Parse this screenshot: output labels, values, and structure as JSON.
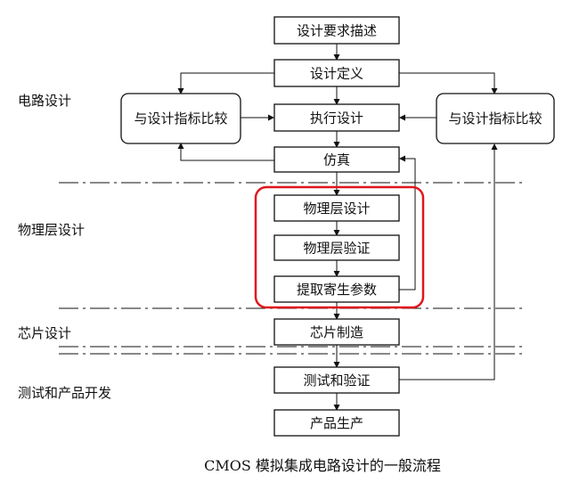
{
  "flow": {
    "spec": "设计要求描述",
    "definition": "设计定义",
    "execute": "执行设计",
    "simulate": "仿真",
    "phys_design": "物理层设计",
    "phys_verify": "物理层验证",
    "extract": "提取寄生参数",
    "fab": "芯片制造",
    "test": "测试和验证",
    "production": "产品生产"
  },
  "compare": {
    "left": "与设计指标比较",
    "right": "与设计指标比较"
  },
  "stages": {
    "circuit": "电路设计",
    "physical": "物理层设计",
    "chip": "芯片设计",
    "product": "测试和产品开发"
  },
  "caption": "CMOS 模拟集成电路设计的一般流程",
  "colors": {
    "line": "#111111",
    "highlight": "#e0161e",
    "background": "#ffffff"
  }
}
